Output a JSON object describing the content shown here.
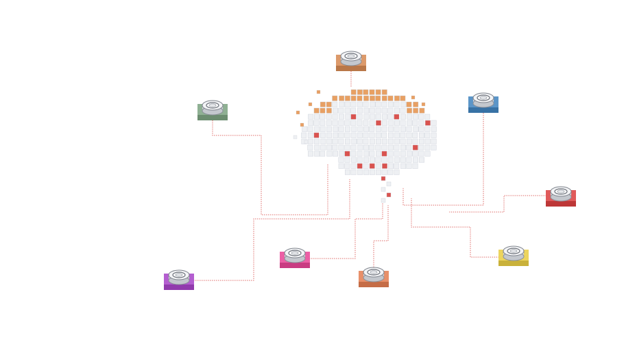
{
  "scene": {
    "background": "#ffffff",
    "subject": "voxel-brain",
    "connection_style": "dotted-red-lines",
    "line_color": "#d9534f"
  },
  "brain": {
    "voxel_color": "#eef0f3",
    "voxel_shadow": "#c9ced6",
    "top_layer_color": "#e8a063",
    "accent_color": "#d9534f"
  },
  "nodes": [
    {
      "id": "node-orange-top",
      "color": "#dc9a6b",
      "icon": "gear-button-icon"
    },
    {
      "id": "node-green",
      "color": "#8fb093",
      "icon": "gear-button-icon"
    },
    {
      "id": "node-blue",
      "color": "#5b95c8",
      "icon": "gear-button-icon"
    },
    {
      "id": "node-red",
      "color": "#e05a5a",
      "icon": "gear-button-icon"
    },
    {
      "id": "node-yellow",
      "color": "#ecd45d",
      "icon": "gear-button-icon"
    },
    {
      "id": "node-orange-bottom",
      "color": "#e8906a",
      "icon": "gear-button-icon"
    },
    {
      "id": "node-pink",
      "color": "#ec5fa5",
      "icon": "gear-button-icon"
    },
    {
      "id": "node-purple",
      "color": "#b45ed0",
      "icon": "gear-button-icon"
    }
  ]
}
